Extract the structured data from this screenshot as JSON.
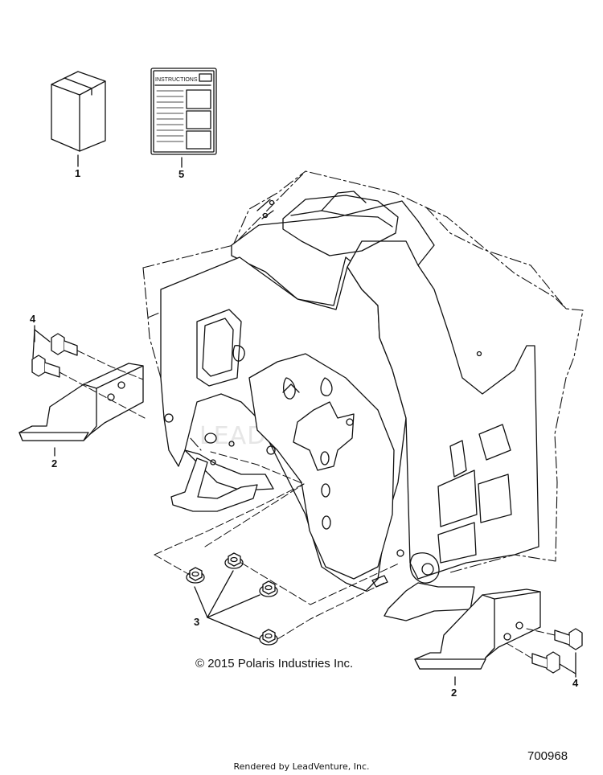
{
  "parts": {
    "kit_box": {
      "callout": "1"
    },
    "instructions_sheet": {
      "callout": "5",
      "header_text": "INSTRUCTIONS"
    },
    "foot_bracket_left": {
      "callout": "2"
    },
    "foot_bracket_right": {
      "callout": "2"
    },
    "flange_nuts": {
      "callout": "3"
    },
    "bolts_left": {
      "callout": "4"
    },
    "bolts_right": {
      "callout": "4"
    }
  },
  "watermark": {
    "text": "LEADVENTURE"
  },
  "footer": {
    "copyright": "© 2015 Polaris Industries Inc.",
    "rendered_by": "Rendered by LeadVenture, Inc.",
    "diagram_id": "700968"
  }
}
